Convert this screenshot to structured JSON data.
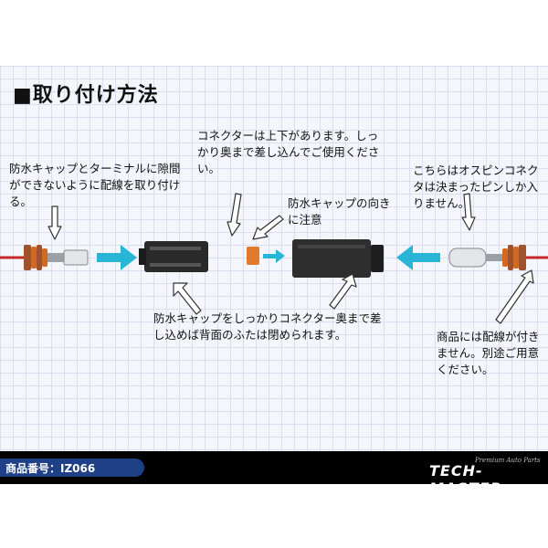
{
  "header": {
    "title": "■取り付け方法"
  },
  "notes": {
    "left_terminal": "防水キャップとターミナルに隙間ができないように配線を取り付ける。",
    "connector_orientation": "コネクターは上下があります。しっかり奥まで差し込んでご使用ください。",
    "cap_direction": "防水キャップの向きに注意",
    "male_pin": "こちらはオスピンコネクタは決まったピンしか入りません。",
    "back_cover": "防水キャップをしっかりコネクター奥まで差し込めば背面のふたは閉められます。",
    "no_wire": "商品には配線が付きません。別途ご用意ください。"
  },
  "footer": {
    "product_code": "商品番号：IZ066",
    "logo_tagline": "Premium Auto Parts",
    "logo": "TECH-MASTER"
  },
  "colors": {
    "wire": "#c62828",
    "arrow_cyan": "#29b6d6",
    "cap_orange": "#e07a2e",
    "connector_black": "#2a2a2a",
    "footer_bg": "#000000",
    "code_pill": "#1f3f86"
  }
}
